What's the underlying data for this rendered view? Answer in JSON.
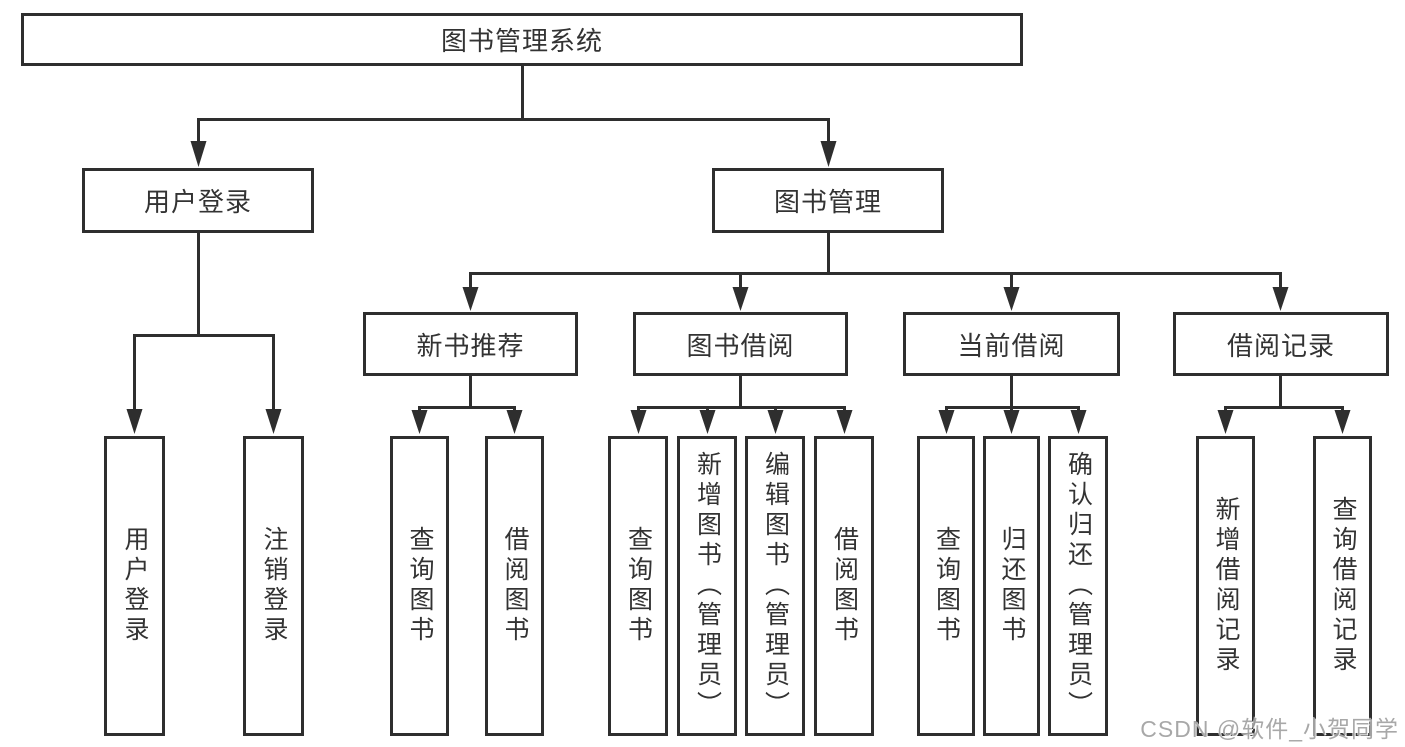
{
  "tree": {
    "label": "图书管理系统",
    "children": [
      {
        "label": "用户登录",
        "children": [
          {
            "label": "用户登录"
          },
          {
            "label": "注销登录"
          }
        ]
      },
      {
        "label": "图书管理",
        "children": [
          {
            "label": "新书推荐",
            "children": [
              {
                "label": "查询图书"
              },
              {
                "label": "借阅图书"
              }
            ]
          },
          {
            "label": "图书借阅",
            "children": [
              {
                "label": "查询图书"
              },
              {
                "label": "新增图书（管理员）"
              },
              {
                "label": "编辑图书（管理员）"
              },
              {
                "label": "借阅图书"
              }
            ]
          },
          {
            "label": "当前借阅",
            "children": [
              {
                "label": "查询图书"
              },
              {
                "label": "归还图书"
              },
              {
                "label": "确认归还（管理员）"
              }
            ]
          },
          {
            "label": "借阅记录",
            "children": [
              {
                "label": "新增借阅记录"
              },
              {
                "label": "查询借阅记录"
              }
            ]
          }
        ]
      }
    ]
  },
  "watermark": {
    "text": "CSDN @软件_小贺同学"
  },
  "colors": {
    "line": "#2e2e2e",
    "box_border": "#2e2e2e",
    "text": "#333333",
    "background": "#ffffff",
    "watermark": "#9e9e9e"
  }
}
